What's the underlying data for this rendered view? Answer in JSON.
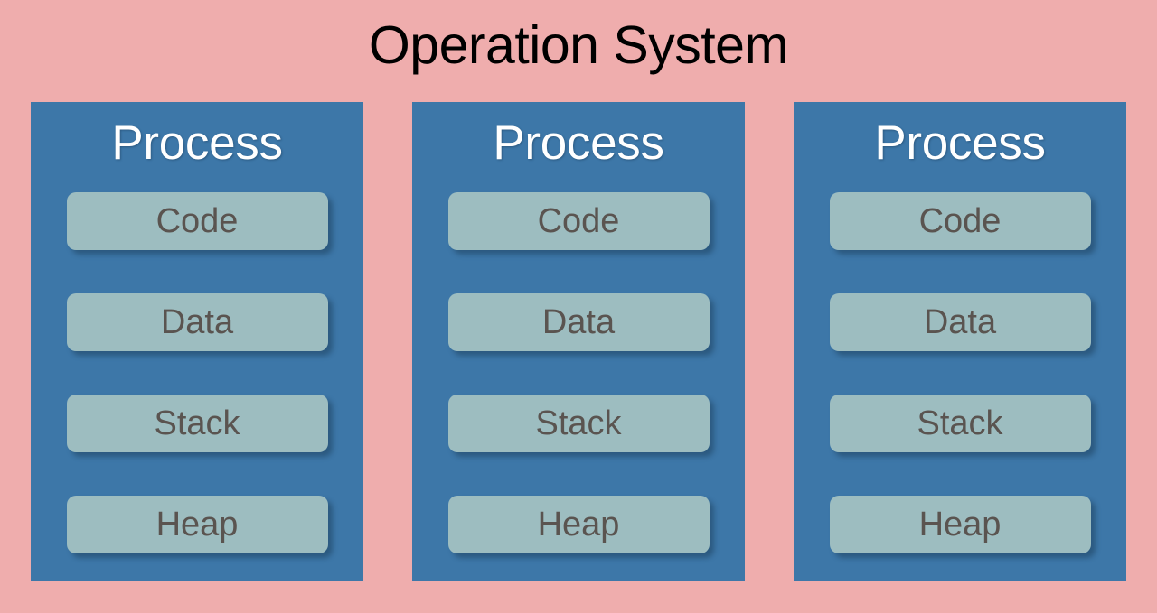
{
  "diagram": {
    "title": "Operation System",
    "type": "block-diagram",
    "background_color": "#efadad",
    "title_color": "#000000",
    "process_box_color": "#3d77a8",
    "segment_pill_color": "#9dbdc0",
    "segment_text_color": "#5a5450",
    "process_heading_color": "#ffffff",
    "processes": [
      {
        "heading": "Process",
        "segments": [
          {
            "label": "Code"
          },
          {
            "label": "Data"
          },
          {
            "label": "Stack"
          },
          {
            "label": "Heap"
          }
        ]
      },
      {
        "heading": "Process",
        "segments": [
          {
            "label": "Code"
          },
          {
            "label": "Data"
          },
          {
            "label": "Stack"
          },
          {
            "label": "Heap"
          }
        ]
      },
      {
        "heading": "Process",
        "segments": [
          {
            "label": "Code"
          },
          {
            "label": "Data"
          },
          {
            "label": "Stack"
          },
          {
            "label": "Heap"
          }
        ]
      }
    ]
  }
}
